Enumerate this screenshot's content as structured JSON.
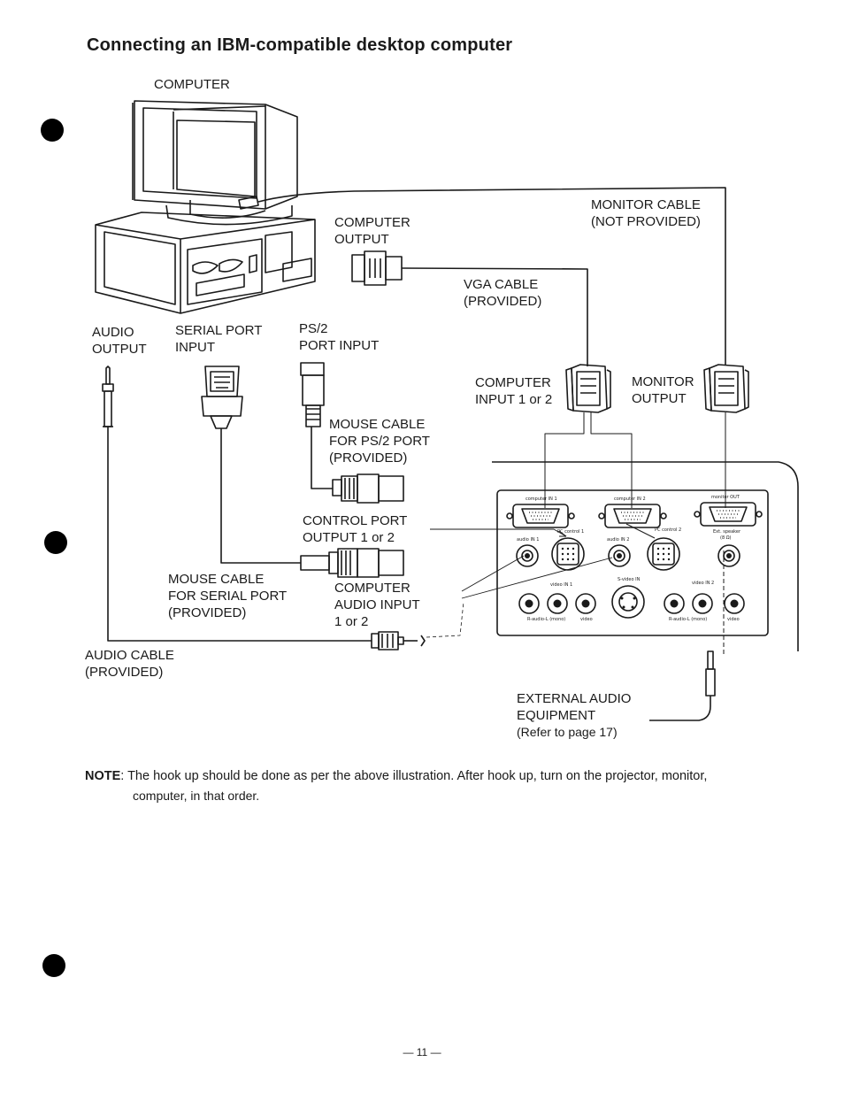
{
  "title": "Connecting an IBM-compatible desktop computer",
  "labels": {
    "computer": "COMPUTER",
    "computer_output": [
      "COMPUTER",
      "OUTPUT"
    ],
    "monitor_cable": [
      "MONITOR CABLE",
      "(NOT PROVIDED)"
    ],
    "vga_cable": [
      "VGA CABLE",
      "(PROVIDED)"
    ],
    "audio_output": [
      "AUDIO",
      "OUTPUT"
    ],
    "serial_port_input": [
      "SERIAL PORT",
      "INPUT"
    ],
    "ps2_port_input": [
      "PS/2",
      "PORT INPUT"
    ],
    "computer_input": [
      "COMPUTER",
      "INPUT 1 or 2"
    ],
    "monitor_output": [
      "MONITOR",
      "OUTPUT"
    ],
    "mouse_cable_ps2": [
      "MOUSE CABLE",
      "FOR PS/2 PORT",
      "(PROVIDED)"
    ],
    "control_port_output": [
      "CONTROL PORT",
      "OUTPUT 1 or 2"
    ],
    "mouse_cable_serial": [
      "MOUSE CABLE",
      "FOR SERIAL PORT",
      "(PROVIDED)"
    ],
    "computer_audio_input": [
      "COMPUTER",
      "AUDIO INPUT",
      "1 or 2"
    ],
    "audio_cable": [
      "AUDIO CABLE",
      "(PROVIDED)"
    ],
    "external_audio": [
      "EXTERNAL AUDIO",
      "EQUIPMENT"
    ],
    "external_audio_ref": "(Refer to page 17)"
  },
  "panel": {
    "computer_in_1": "computer IN 1",
    "computer_in_2": "computer IN 2",
    "monitor_out": "monitor OUT",
    "pc_control_1": "PC control 1",
    "pc_control_2": "PC control 2",
    "audio_in_1": "audio IN 1",
    "audio_in_2": "audio IN 2",
    "ext_speaker": "Ext. speaker",
    "ext_speaker_out": "(8 Ω)",
    "video_in_1": "video IN 1",
    "s_video_in": "S-video IN",
    "video_in_2": "video IN 2",
    "r_audio_l_1": "R-audio-L (mono)",
    "video_1": "video",
    "r_audio_l_2": "R-audio-L (mono)",
    "video_2": "video"
  },
  "note": {
    "label": "NOTE",
    "text": ": The hook up should be done as per the above illustration. After hook up, turn on the projector, monitor,",
    "text2": "computer, in that order."
  },
  "page_number": "— 11 —"
}
